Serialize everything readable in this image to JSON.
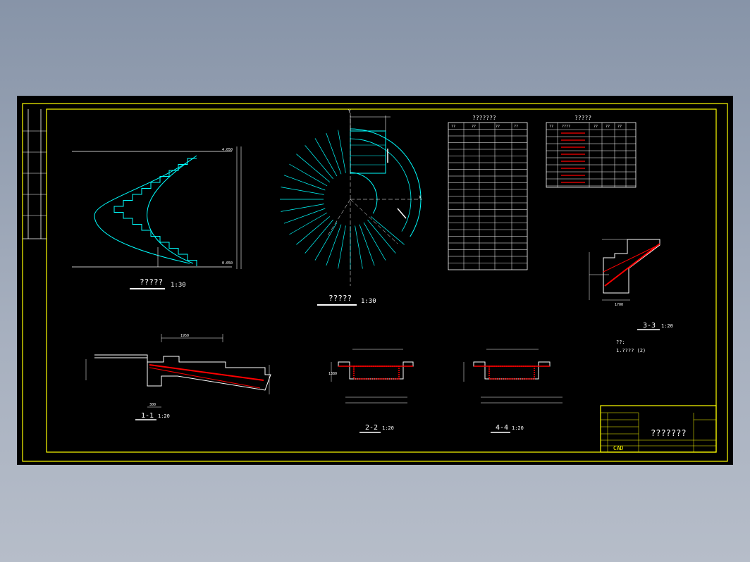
{
  "drawing": {
    "colors": {
      "background": "#000000",
      "frame": "#ffff00",
      "stair": "#00ffff",
      "dims": "#ffffff",
      "rebar": "#ff0000"
    },
    "views": {
      "elevation": {
        "title": "?????",
        "scale": "1:30"
      },
      "plan": {
        "title": "?????",
        "scale": "1:30"
      },
      "section_1": {
        "title": "1-1",
        "scale": "1:20"
      },
      "section_2": {
        "title": "2-2",
        "scale": "1:20"
      },
      "section_3": {
        "title": "3-3",
        "scale": "1:20"
      },
      "section_4": {
        "title": "4-4",
        "scale": "1:20"
      }
    },
    "tables": {
      "coord_title": "???????",
      "rebar_title": "?????",
      "coord_headers": [
        "??",
        "??",
        "??",
        "??"
      ],
      "rebar_headers": [
        "??",
        "????",
        "??",
        "??",
        "??"
      ]
    },
    "notes": {
      "label": "??:",
      "line1": "1.???? (2)"
    },
    "title_block": {
      "drawing_name": "???????",
      "company": "CAD"
    },
    "elevation_labels": {
      "top": "4.050",
      "bottom": "0.050"
    },
    "plan_axis": {
      "x": "X",
      "y": "Y"
    },
    "dims": {
      "sec1_top": "1950",
      "sec1_bot": "300",
      "sec2_left": "1380",
      "sec3_bot": "1700"
    }
  }
}
